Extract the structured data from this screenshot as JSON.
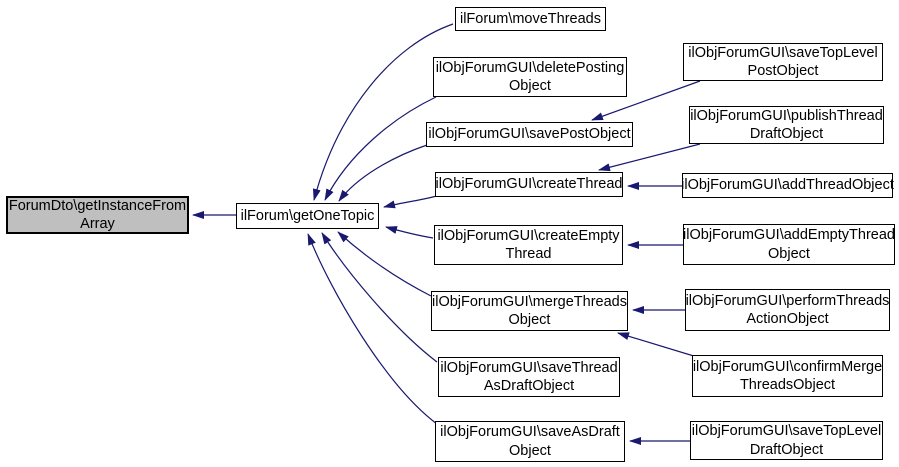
{
  "diagram": {
    "type": "caller-graph",
    "colors": {
      "edge": "#191970",
      "node_border": "#000000",
      "node_fill": "#ffffff",
      "focus_fill": "#bfbfbf",
      "text": "#000000",
      "background": "#ffffff"
    },
    "nodes": [
      {
        "id": "forumdto-getinstancefromarray",
        "label": "ForumDto\\getInstanceFrom\nArray",
        "focus": true
      },
      {
        "id": "ilforum-getonetopic",
        "label": "ilForum\\getOneTopic",
        "focus": false
      },
      {
        "id": "ilforum-movethreads",
        "label": "ilForum\\moveThreads",
        "focus": false
      },
      {
        "id": "ilobjforumgui-deletepostingobject",
        "label": "ilObjForumGUI\\deletePosting\nObject",
        "focus": false
      },
      {
        "id": "ilobjforumgui-savepostobject",
        "label": "ilObjForumGUI\\savePostObject",
        "focus": false
      },
      {
        "id": "ilobjforumgui-createthread",
        "label": "ilObjForumGUI\\createThread",
        "focus": false
      },
      {
        "id": "ilobjforumgui-createemptythread",
        "label": "ilObjForumGUI\\createEmpty\nThread",
        "focus": false
      },
      {
        "id": "ilobjforumgui-mergethreadsobject",
        "label": "ilObjForumGUI\\mergeThreads\nObject",
        "focus": false
      },
      {
        "id": "ilobjforumgui-savethreadasdraftobject",
        "label": "ilObjForumGUI\\saveThread\nAsDraftObject",
        "focus": false
      },
      {
        "id": "ilobjforumgui-saveasdraftobject",
        "label": "ilObjForumGUI\\saveAsDraft\nObject",
        "focus": false
      },
      {
        "id": "ilobjforumgui-savetoplevelpostobject",
        "label": "ilObjForumGUI\\saveTopLevel\nPostObject",
        "focus": false
      },
      {
        "id": "ilobjforumgui-publishthreaddraftobject",
        "label": "ilObjForumGUI\\publishThread\nDraftObject",
        "focus": false
      },
      {
        "id": "ilobjforumgui-addthreadobject",
        "label": "ilObjForumGUI\\addThreadObject",
        "focus": false
      },
      {
        "id": "ilobjforumgui-addemptythreadobject",
        "label": "ilObjForumGUI\\addEmptyThread\nObject",
        "focus": false
      },
      {
        "id": "ilobjforumgui-performthreadsactionobject",
        "label": "ilObjForumGUI\\performThreads\nActionObject",
        "focus": false
      },
      {
        "id": "ilobjforumgui-confirmmergethreadsobject",
        "label": "ilObjForumGUI\\confirmMerge\nThreadsObject",
        "focus": false
      },
      {
        "id": "ilobjforumgui-savetopleveldraftobject",
        "label": "ilObjForumGUI\\saveTopLevel\nDraftObject",
        "focus": false
      }
    ],
    "edges": [
      {
        "from": "ilforum-getonetopic",
        "to": "forumdto-getinstancefromarray"
      },
      {
        "from": "ilforum-movethreads",
        "to": "ilforum-getonetopic"
      },
      {
        "from": "ilobjforumgui-deletepostingobject",
        "to": "ilforum-getonetopic"
      },
      {
        "from": "ilobjforumgui-savepostobject",
        "to": "ilforum-getonetopic"
      },
      {
        "from": "ilobjforumgui-createthread",
        "to": "ilforum-getonetopic"
      },
      {
        "from": "ilobjforumgui-createemptythread",
        "to": "ilforum-getonetopic"
      },
      {
        "from": "ilobjforumgui-mergethreadsobject",
        "to": "ilforum-getonetopic"
      },
      {
        "from": "ilobjforumgui-savethreadasdraftobject",
        "to": "ilforum-getonetopic"
      },
      {
        "from": "ilobjforumgui-saveasdraftobject",
        "to": "ilforum-getonetopic"
      },
      {
        "from": "ilobjforumgui-savetoplevelpostobject",
        "to": "ilobjforumgui-savepostobject"
      },
      {
        "from": "ilobjforumgui-publishthreaddraftobject",
        "to": "ilobjforumgui-createthread"
      },
      {
        "from": "ilobjforumgui-addthreadobject",
        "to": "ilobjforumgui-createthread"
      },
      {
        "from": "ilobjforumgui-addemptythreadobject",
        "to": "ilobjforumgui-createemptythread"
      },
      {
        "from": "ilobjforumgui-performthreadsactionobject",
        "to": "ilobjforumgui-mergethreadsobject"
      },
      {
        "from": "ilobjforumgui-confirmmergethreadsobject",
        "to": "ilobjforumgui-mergethreadsobject"
      },
      {
        "from": "ilobjforumgui-savetopleveldraftobject",
        "to": "ilobjforumgui-saveasdraftobject"
      }
    ]
  }
}
